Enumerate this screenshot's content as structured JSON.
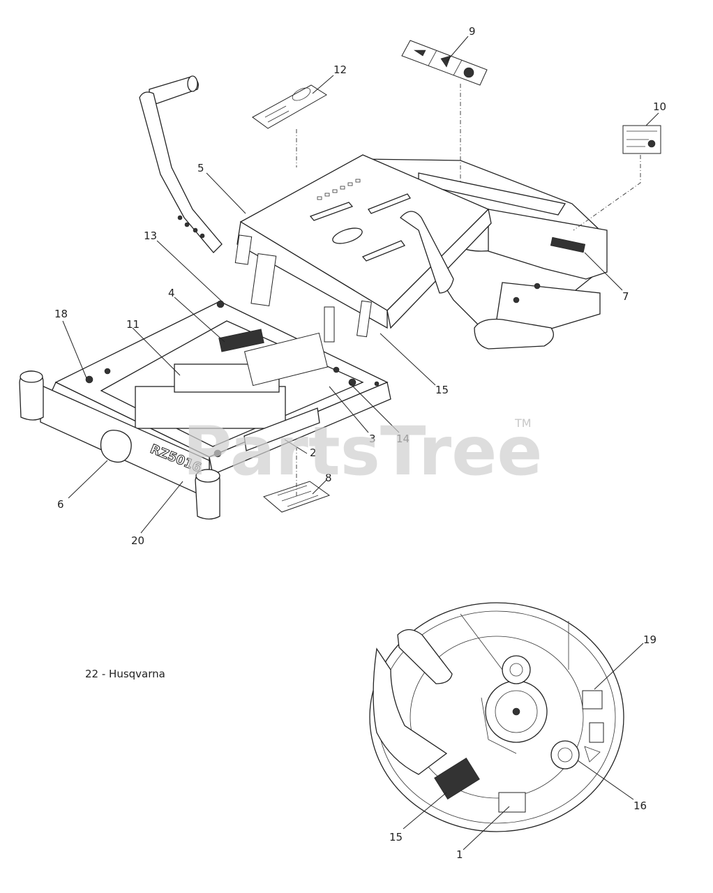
{
  "caption": "22 - Husqvarna",
  "watermark": {
    "text": "PartsTree",
    "tm": "TM"
  },
  "decal_text": {
    "brand": "Husqvarna",
    "model": "RZ5016"
  },
  "callouts": [
    "9",
    "12",
    "10",
    "5",
    "13",
    "7",
    "4",
    "18",
    "11",
    "15",
    "3",
    "14",
    "2",
    "8",
    "6",
    "20",
    "19",
    "16",
    "15",
    "1"
  ]
}
